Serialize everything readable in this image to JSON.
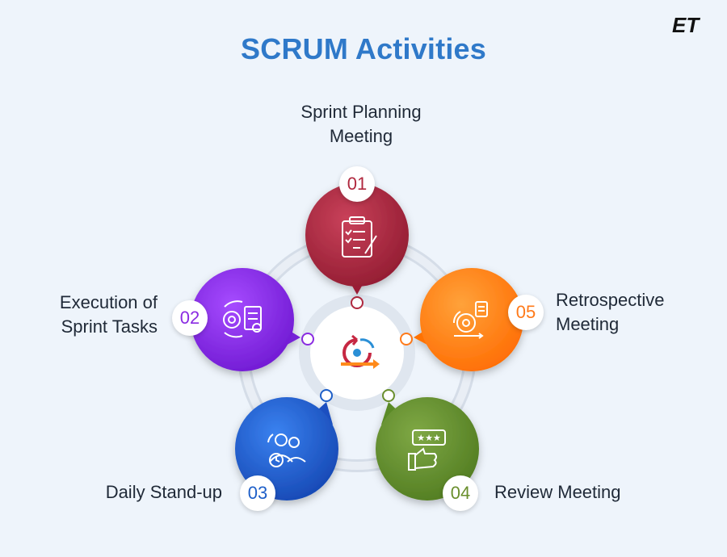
{
  "title": "SCRUM Activities",
  "logo_text": "ET",
  "colors": {
    "title": "#2f79c9",
    "step_1": "#b0283e",
    "step_2": "#8a2be2",
    "step_3": "#1e5fc8",
    "step_4": "#6a8f2d",
    "step_5": "#ff7a1a"
  },
  "steps": [
    {
      "number": "01",
      "label": "Sprint Planning Meeting",
      "icon": "clipboard-checklist-icon"
    },
    {
      "number": "02",
      "label": "Execution of Sprint Tasks",
      "icon": "gear-document-icon"
    },
    {
      "number": "03",
      "label": "Daily Stand-up",
      "icon": "team-clock-icon"
    },
    {
      "number": "04",
      "label": "Review Meeting",
      "icon": "thumbs-up-rating-icon"
    },
    {
      "number": "05",
      "label": "Retrospective Meeting",
      "icon": "gear-cycle-icon"
    }
  ],
  "center_icon": "scrum-cycle-icon"
}
